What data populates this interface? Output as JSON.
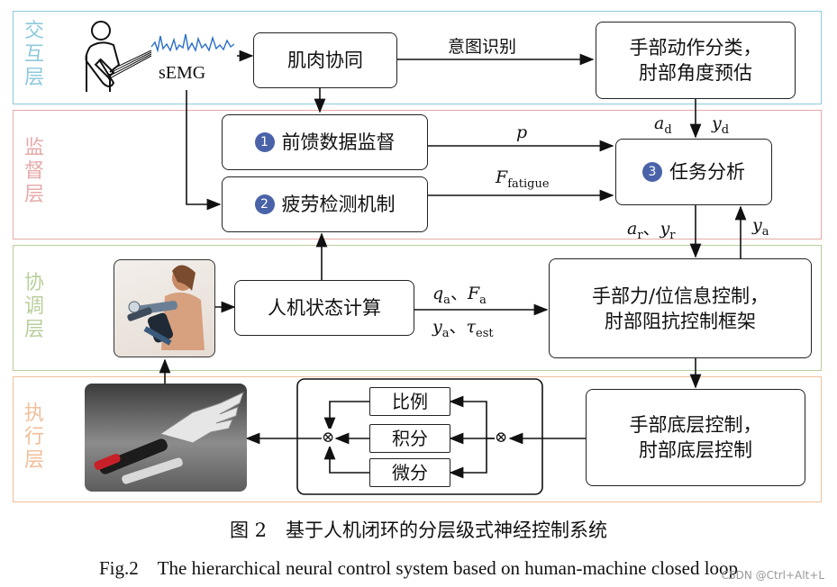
{
  "layers": [
    {
      "label": "交\n互\n层",
      "color": "#8ec9dc"
    },
    {
      "label": "监\n督\n层",
      "color": "#e7a9a9"
    },
    {
      "label": "协\n调\n层",
      "color": "#b8cf9c"
    },
    {
      "label": "执\n行\n层",
      "color": "#f0bf9a"
    }
  ],
  "boxes": {
    "muscle_synergy": "肌肉协同",
    "hand_classify": "手部动作分类，\n肘部角度预估",
    "feedforward": "前馈数据监督",
    "fatigue": "疲劳检测机制",
    "task": "任务分析",
    "hmi_state": "人机状态计算",
    "hand_force": "手部力/位信息控制，\n肘部阻抗控制框架",
    "low_level": "手部底层控制，\n肘部底层控制",
    "prop": "比例",
    "integ": "积分",
    "deriv": "微分"
  },
  "badges": {
    "feedforward": "1",
    "fatigue": "2",
    "task": "3"
  },
  "labels": {
    "semg": "sEMG",
    "intent": "意图识别",
    "ad": "a",
    "ad_sub": "d",
    "yd": "y",
    "yd_sub": "d",
    "p": "p",
    "f": "F",
    "f_sub": "fatigue",
    "ar": "a",
    "ar_sub": "r",
    "sep1": "、",
    "yr": "y",
    "yr_sub": "r",
    "ya": "y",
    "ya_sub": "a",
    "qa": "q",
    "qa_sub": "a",
    "sep2": "、",
    "fa": "F",
    "fa_sub": "a",
    "ya2": "y",
    "ya2_sub": "a",
    "sep3": "、",
    "tau": "τ",
    "tau_sub": "est",
    "sum1": "⊗",
    "sum2": "⊗"
  },
  "captions": {
    "cn": "图 2　基于人机闭环的分层级式神经控制系统",
    "en": "Fig.2　The hierarchical neural control system based on human-machine closed loop"
  },
  "watermark": "CSDN @Ctrl+Alt+L"
}
